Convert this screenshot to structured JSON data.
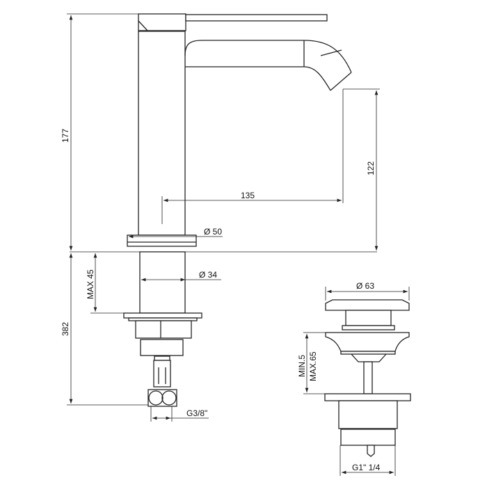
{
  "drawing": {
    "faucet_dimensions": {
      "total_height": "177",
      "spout_height": "122",
      "spout_reach": "135",
      "base_diameter": "Ø 50",
      "body_diameter": "Ø 34",
      "max_deck_thickness": "MAX 45",
      "hose_length": "382",
      "connection_thread": "G3/8\""
    },
    "drain_dimensions": {
      "cap_diameter": "Ø 63",
      "min_thickness": "MIN.5",
      "max_thickness": "MAX.65",
      "drain_thread": "G1\" 1/4"
    }
  }
}
